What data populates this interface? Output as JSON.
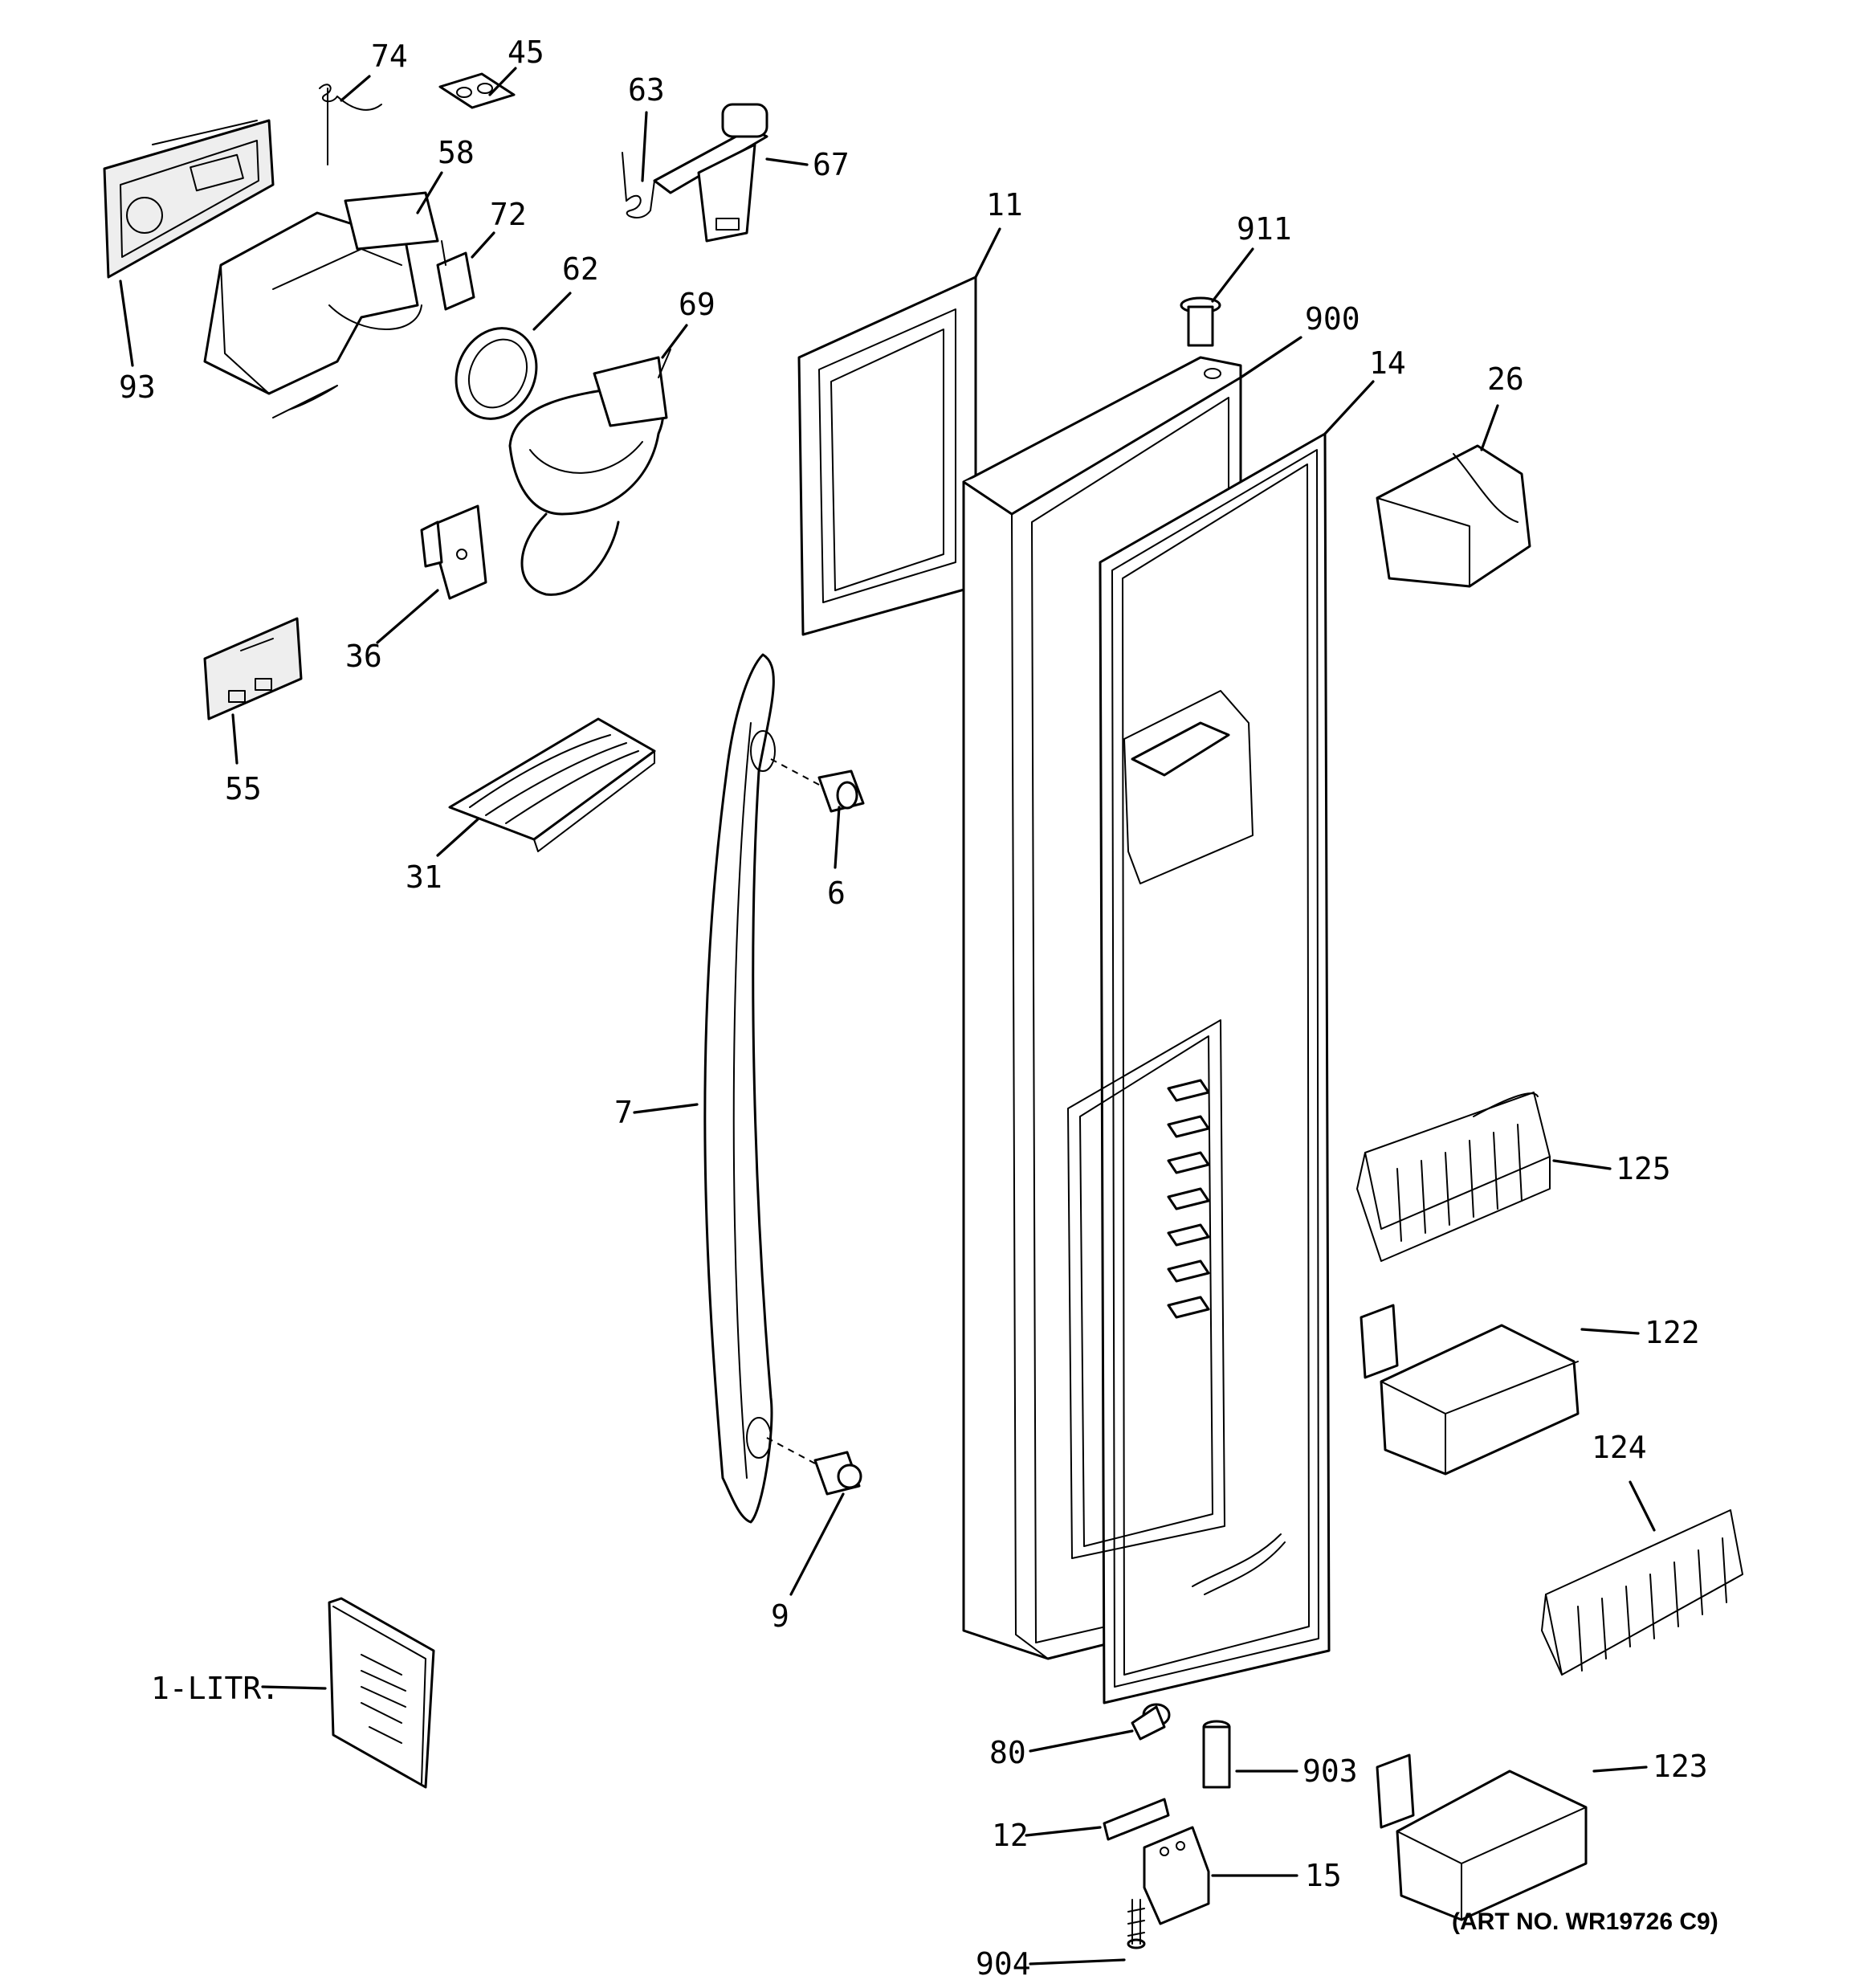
{
  "callouts": {
    "c74": "74",
    "c45": "45",
    "c63": "63",
    "c67": "67",
    "c58": "58",
    "c72": "72",
    "c11": "11",
    "c911": "911",
    "c62": "62",
    "c69": "69",
    "c900": "900",
    "c14": "14",
    "c26": "26",
    "c93": "93",
    "c36": "36",
    "c55": "55",
    "c31": "31",
    "c6": "6",
    "c7": "7",
    "c125": "125",
    "c122": "122",
    "c124": "124",
    "c9": "9",
    "c1litr": "1-LITR.",
    "c80": "80",
    "c903": "903",
    "c123": "123",
    "c12": "12",
    "c15": "15",
    "c904": "904"
  },
  "art_number": "(ART NO. WR19726 C9)"
}
